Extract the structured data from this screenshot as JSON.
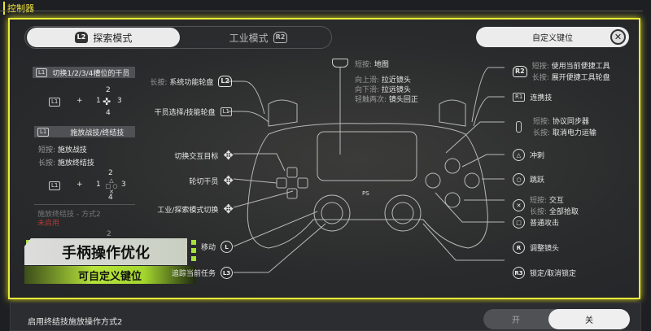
{
  "window": {
    "title": "控制器"
  },
  "tabs": [
    {
      "label": "探索模式",
      "key": "L2",
      "active": true
    },
    {
      "label": "工业模式",
      "key": "R2",
      "active": false
    }
  ],
  "customize": {
    "label": "自定义键位",
    "icon": "cross-close-icon"
  },
  "left_panel": {
    "switch_header": {
      "key": "L1",
      "label": "切换1/2/3/4槽位的干员"
    },
    "combo1": {
      "key": "L1",
      "plus": "+",
      "n1": "1",
      "n2": "2",
      "n3": "3",
      "n4": "4"
    },
    "skill_header": {
      "key": "L1",
      "label": "施放战技/终结技"
    },
    "skill_short": {
      "prefix": "短按:",
      "text": "施放战技"
    },
    "skill_long": {
      "prefix": "长按:",
      "text": "施放终结技"
    },
    "combo2": {
      "key": "L1",
      "plus": "+",
      "n1": "1",
      "n2": "2",
      "n3": "3",
      "n4": "4"
    },
    "method2": {
      "label": "施放终结技 - 方式2",
      "status": "未启用"
    },
    "stray_number": "2"
  },
  "banner": {
    "title": "手柄操作优化",
    "subtitle": "可自定义键位"
  },
  "left_labels": [
    {
      "prefix": "长按:",
      "text": "系统功能轮盘",
      "key": "L2"
    },
    {
      "text": "干员选择/技能轮盘",
      "key": "L1"
    },
    {
      "text": "切换交互目标",
      "key": "dpad-up"
    },
    {
      "text": "轮切干员",
      "key": "dpad-left"
    },
    {
      "text": "工业/探索模式切换",
      "key": "dpad-right"
    },
    {
      "text": "移动",
      "key": "L"
    },
    {
      "text": "追踪当前任务",
      "key": "L3"
    }
  ],
  "touchpad": {
    "short_prefix": "短按:",
    "short": "地图",
    "lines": [
      {
        "prefix": "向上滑:",
        "text": "拉近镜头"
      },
      {
        "prefix": "向下滑:",
        "text": "拉远镜头"
      },
      {
        "prefix": "轻触两次:",
        "text": "镜头回正"
      }
    ]
  },
  "right_labels": {
    "r2": {
      "key": "R2",
      "short_prefix": "短按:",
      "short": "使用当前便捷工具",
      "long_prefix": "长按:",
      "long": "展开便捷工具轮盘"
    },
    "r1": {
      "key": "R1",
      "text": "连携技"
    },
    "options": {
      "short_prefix": "短按:",
      "short": "协议同步器",
      "long_prefix": "长按:",
      "long": "取消电力运输"
    },
    "triangle": {
      "text": "冲刺"
    },
    "circle": {
      "text": "跳跃"
    },
    "cross": {
      "short_prefix": "短按:",
      "short": "交互",
      "long_prefix": "长按:",
      "long": "全部拾取"
    },
    "square": {
      "text": "普通攻击"
    },
    "r": {
      "key": "R",
      "text": "调整镜头"
    },
    "r3": {
      "key": "R3",
      "text": "锁定/取消锁定"
    }
  },
  "setting": {
    "label": "启用终结技施放操作方式2",
    "on": "开",
    "off": "关",
    "selected": "关"
  },
  "colors": {
    "accent": "#e8ea3a",
    "disabled_red": "#b03a3a",
    "banner_green": "#a8e03a"
  }
}
